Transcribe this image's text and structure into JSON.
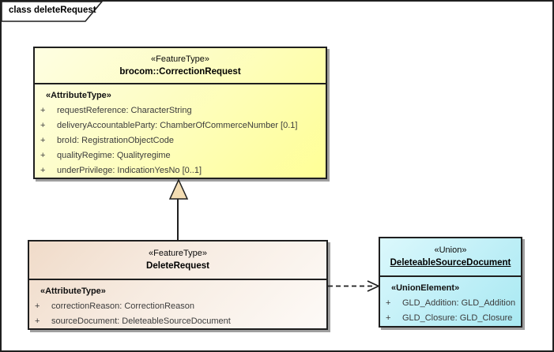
{
  "frame": {
    "label": "class deleteRequest"
  },
  "classes": {
    "correction_request": {
      "stereotype": "«FeatureType»",
      "name": "brocom::CorrectionRequest",
      "attr_stereotype": "«AttributeType»",
      "attributes": [
        {
          "vis": "+",
          "text": "requestReference: CharacterString"
        },
        {
          "vis": "+",
          "text": "deliveryAccountableParty: ChamberOfCommerceNumber [0.1]"
        },
        {
          "vis": "+",
          "text": "broId: RegistrationObjectCode"
        },
        {
          "vis": "+",
          "text": "qualityRegime: Qualityregime"
        },
        {
          "vis": "+",
          "text": "underPrivilege: IndicationYesNo [0..1]"
        }
      ]
    },
    "delete_request": {
      "stereotype": "«FeatureType»",
      "name": "DeleteRequest",
      "attr_stereotype": "«AttributeType»",
      "attributes": [
        {
          "vis": "+",
          "text": "correctionReason: CorrectionReason"
        },
        {
          "vis": "+",
          "text": "sourceDocument: DeleteableSourceDocument"
        }
      ]
    },
    "deleteable_source_document": {
      "stereotype": "«Union»",
      "name": "DeleteableSourceDocument",
      "attr_stereotype": "«UnionElement»",
      "attributes": [
        {
          "vis": "+",
          "text": "GLD_Addition: GLD_Addition"
        },
        {
          "vis": "+",
          "text": "GLD_Closure: GLD_Closure"
        }
      ]
    }
  },
  "relationships": [
    {
      "type": "generalization",
      "from": "DeleteRequest",
      "to": "brocom::CorrectionRequest"
    },
    {
      "type": "dependency",
      "from": "DeleteRequest",
      "to": "DeleteableSourceDocument"
    }
  ],
  "colors": {
    "border": "#1f1f1f",
    "shadow": "#9f9f9f",
    "feature_type_fill_start": "#fefee2",
    "feature_type_fill_end": "#ffff96",
    "delete_request_fill_start": "#f0dbc9",
    "delete_request_fill_end": "#fdfaf7",
    "union_fill_start": "#dbf8fc",
    "union_fill_end": "#a9e9f2",
    "generalization_arrow_fill": "#f3ddb3"
  }
}
